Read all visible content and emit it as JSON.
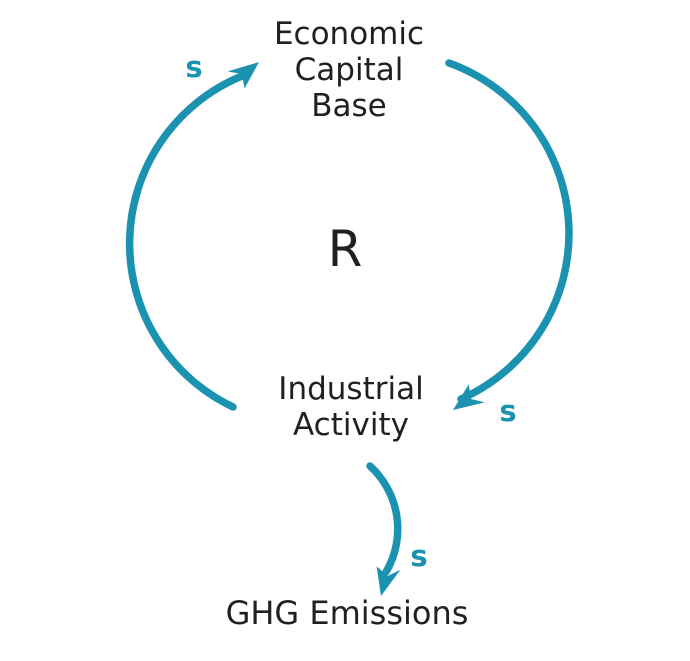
{
  "diagram": {
    "kind": "causal-loop-diagram",
    "loop_label": "R",
    "nodes": {
      "economic_capital_base": {
        "lines": [
          "Economic",
          "Capital",
          "Base"
        ]
      },
      "industrial_activity": {
        "lines": [
          "Industrial",
          "Activity"
        ]
      },
      "ghg_emissions": {
        "label": "GHG Emissions"
      }
    },
    "links": [
      {
        "from": "Industrial Activity",
        "to": "Economic Capital Base",
        "polarity_label": "s"
      },
      {
        "from": "Economic Capital Base",
        "to": "Industrial Activity",
        "polarity_label": "s"
      },
      {
        "from": "Industrial Activity",
        "to": "GHG Emissions",
        "polarity_label": "s"
      }
    ],
    "colors": {
      "arrow": "#1b93b0",
      "text": "#231f20",
      "background": "#ffffff"
    }
  }
}
